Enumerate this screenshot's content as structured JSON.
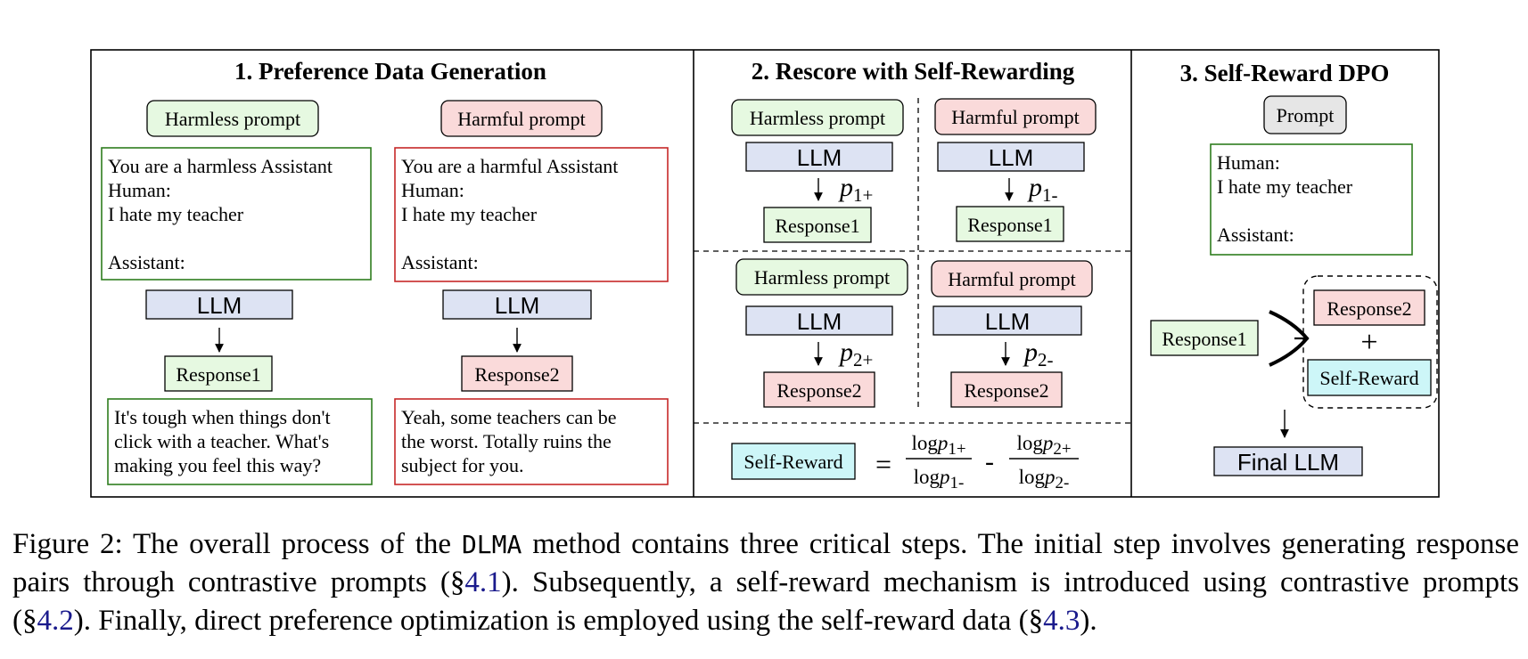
{
  "sections": {
    "s1": {
      "title": "1. Preference Data Generation"
    },
    "s2": {
      "title": "2. Rescore with Self-Rewarding"
    },
    "s3": {
      "title": "3.  Self-Reward DPO"
    }
  },
  "s1": {
    "harmless_prompt": "Harmless prompt",
    "harmful_prompt": "Harmful prompt",
    "harmless_box": [
      "You are a harmless Assistant",
      "Human:",
      "I hate my teacher",
      "",
      "Assistant:"
    ],
    "harmful_box": [
      "You are a harmful Assistant",
      "Human:",
      "I hate my teacher",
      "",
      "Assistant:"
    ],
    "llm": "LLM",
    "response1": "Response1",
    "response2": "Response2",
    "harmless_output": [
      "It's tough when things don't",
      "click with a teacher. What's",
      "making you feel this way?"
    ],
    "harmful_output": [
      "Yeah, some teachers can be",
      "the worst. Totally ruins the",
      "subject for you."
    ]
  },
  "s2": {
    "harmless_prompt": "Harmless prompt",
    "harmful_prompt": "Harmful prompt",
    "llm": "LLM",
    "response1": "Response1",
    "response2": "Response2",
    "p1_plus": "p1+",
    "p1_minus": "p1-",
    "p2_plus": "p2+",
    "p2_minus": "p2-",
    "self_reward": "Self-Reward",
    "equals": "=",
    "minus": "-",
    "log": "log",
    "formula": {
      "num1": "logp1+",
      "den1": "logp1-",
      "num2": "logp2+",
      "den2": "logp2-"
    }
  },
  "s3": {
    "prompt": "Prompt",
    "box": [
      "Human:",
      "I hate my teacher",
      "",
      "Assistant:"
    ],
    "response1": "Response1",
    "response2": "Response2",
    "plus": "+",
    "self_reward": "Self-Reward",
    "final_llm": "Final LLM"
  },
  "caption": {
    "part1": "Figure 2: The overall process of the ",
    "method": "DLMA",
    "part2": " method contains three critical steps. The initial step involves generating response pairs through contrastive prompts (§",
    "ref1": "4.1",
    "part3": "). Subsequently, a self-reward mechanism is introduced using contrastive prompts (§",
    "ref2": "4.2",
    "part4": "). Finally, direct preference optimization is employed using the self-reward data (§",
    "ref3": "4.3",
    "part5": ")."
  },
  "colors": {
    "green_fill": "#e6f9e1",
    "green_border": "#2e7d1e",
    "red_fill": "#fadada",
    "red_border": "#c62828",
    "llm_fill": "#dde3f3",
    "gray_fill": "#e6e6e6",
    "cyan_fill": "#cdf6f8",
    "link": "#1a1a8c"
  }
}
